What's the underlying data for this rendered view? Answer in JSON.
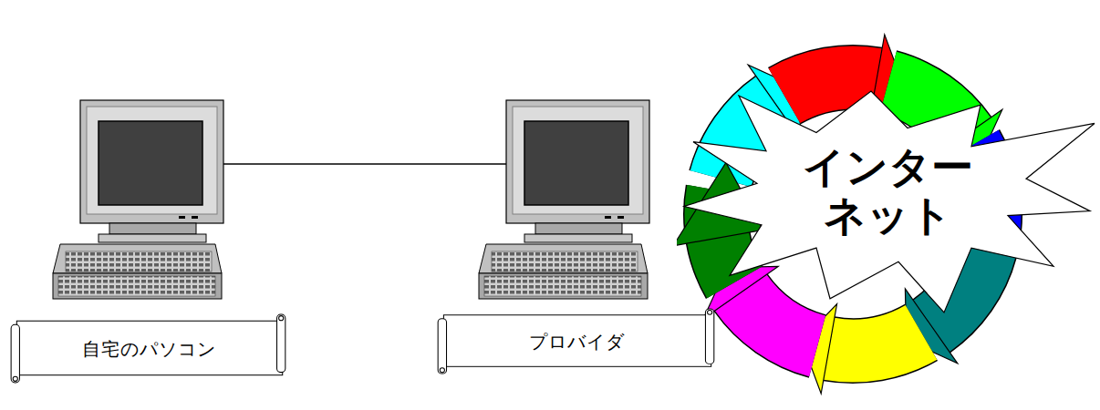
{
  "diagram": {
    "nodes": [
      {
        "text": [
          "自宅のパソコン"
        ]
      },
      {
        "text": [
          "プロバイダ"
        ]
      },
      {
        "text": [
          "インター ネット"
        ]
      }
    ]
  }
}
